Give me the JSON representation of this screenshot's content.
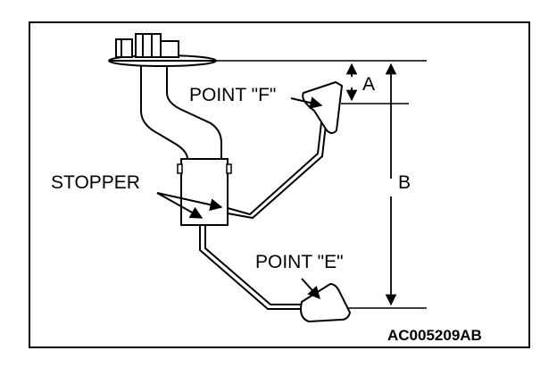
{
  "labels": {
    "point_f": "POINT \"F\"",
    "point_e": "POINT \"E\"",
    "stopper": "STOPPER",
    "dim_a": "A",
    "dim_b": "B"
  },
  "figure_code": "AC005209AB"
}
